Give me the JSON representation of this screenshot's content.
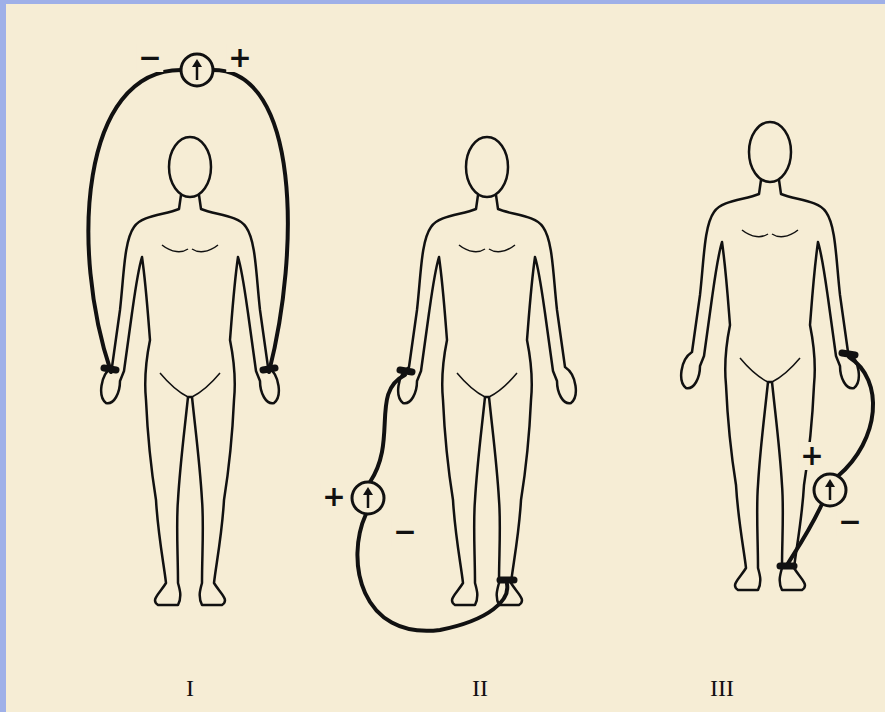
{
  "diagram": {
    "labels": [
      "−",
      "+",
      "+",
      "−",
      "+",
      "−",
      "I",
      "II",
      "III"
    ]
  }
}
